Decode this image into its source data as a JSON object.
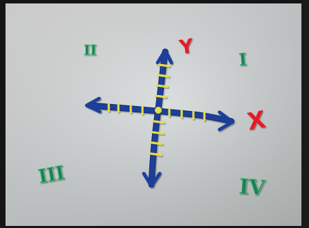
{
  "scene": {
    "subject": "coordinate-plane-clay-model",
    "colors": {
      "paper": "#d9dddd",
      "background_dark": "#151515",
      "axis_blue": "#1c3f9a",
      "axis_blue_dark": "#13286c",
      "tick_yellow": "#e7dd45",
      "label_red": "#e31f26",
      "label_green": "#168356",
      "label_green_highlight": "#53bf7d"
    }
  },
  "labels": {
    "y_axis": "Y",
    "x_axis": "X",
    "quadrant_1": "I",
    "quadrant_2": "II",
    "quadrant_3": "III",
    "quadrant_4": "IV"
  }
}
